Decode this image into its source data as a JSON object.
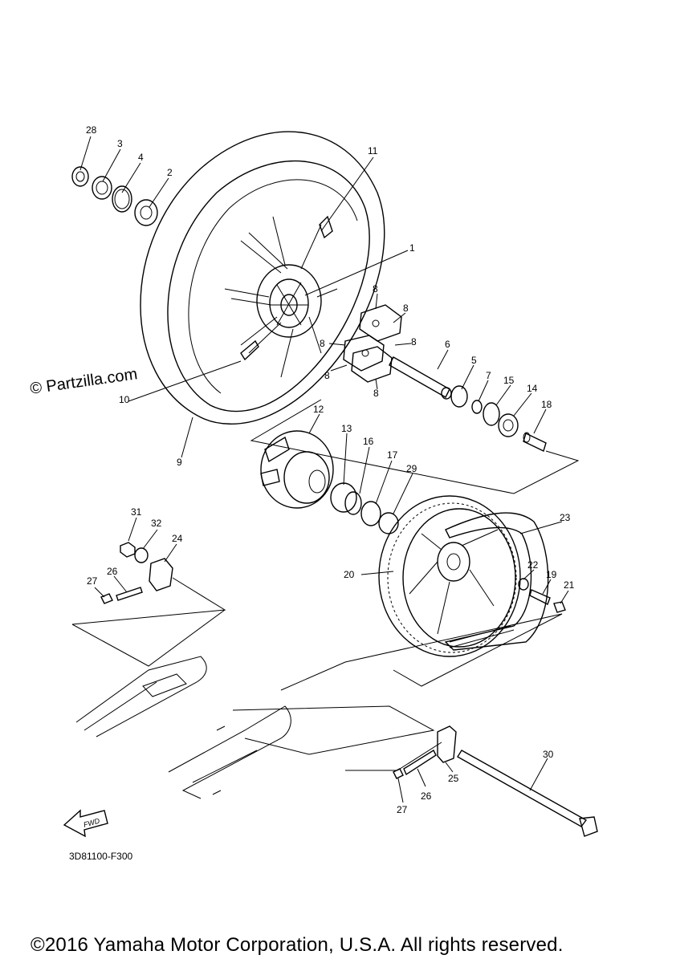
{
  "watermark": "© Partzilla.com",
  "figure_code": "3D81100-F300",
  "fwd_text": "FWD",
  "copyright": "©2016 Yamaha Motor Corporation, U.S.A. All rights reserved.",
  "callouts": [
    "28",
    "3",
    "4",
    "2",
    "11",
    "1",
    "8",
    "8",
    "8",
    "8",
    "8",
    "8",
    "6",
    "5",
    "7",
    "15",
    "14",
    "18",
    "10",
    "9",
    "12",
    "13",
    "16",
    "17",
    "29",
    "23",
    "31",
    "32",
    "24",
    "27",
    "26",
    "20",
    "22",
    "19",
    "21",
    "30",
    "25",
    "26",
    "27"
  ]
}
